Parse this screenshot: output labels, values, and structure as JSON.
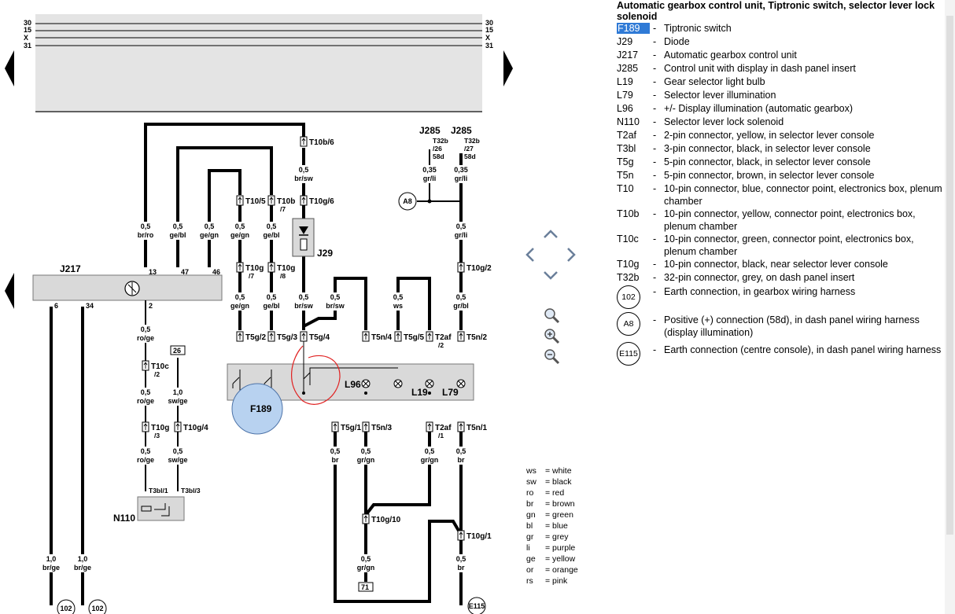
{
  "legend": {
    "title": "Automatic gearbox control unit, Tiptronic switch, selector lever lock solenoid",
    "items": [
      {
        "code": "F189",
        "desc": "Tiptronic switch"
      },
      {
        "code": "J29",
        "desc": "Diode"
      },
      {
        "code": "J217",
        "desc": "Automatic gearbox control unit"
      },
      {
        "code": "J285",
        "desc": "Control unit with display in dash panel insert"
      },
      {
        "code": "L19",
        "desc": "Gear selector light bulb"
      },
      {
        "code": "L79",
        "desc": "Selector lever illumination"
      },
      {
        "code": "L96",
        "desc": "+/- Display illumination (automatic gearbox)"
      },
      {
        "code": "N110",
        "desc": "Selector lever lock solenoid"
      },
      {
        "code": "T2af",
        "desc": "2-pin connector, yellow, in selector lever console"
      },
      {
        "code": "T3bl",
        "desc": "3-pin connector, black, in selector lever console"
      },
      {
        "code": "T5g",
        "desc": "5-pin connector, black, in selector lever console"
      },
      {
        "code": "T5n",
        "desc": "5-pin connector, brown, in selector lever console"
      },
      {
        "code": "T10",
        "desc": "10-pin connector, blue, connector point, electronics box, plenum chamber"
      },
      {
        "code": "T10b",
        "desc": "10-pin connector, yellow, connector point, electronics box, plenum chamber"
      },
      {
        "code": "T10c",
        "desc": "10-pin connector, green, connector point, electronics box, plenum chamber"
      },
      {
        "code": "T10g",
        "desc": "10-pin connector, black, near selector lever console"
      },
      {
        "code": "T32b",
        "desc": "32-pin connector, grey, on dash panel insert"
      }
    ],
    "circles": [
      {
        "code": "102",
        "desc": "Earth connection, in gearbox wiring harness"
      },
      {
        "code": "A8",
        "desc": "Positive (+) connection (58d), in dash panel wiring harness (display illumination)"
      },
      {
        "code": "E115",
        "desc": "Earth connection (centre console), in dash panel wiring harness"
      }
    ]
  },
  "color_key": [
    {
      "abbr": "ws",
      "meaning": "= white"
    },
    {
      "abbr": "sw",
      "meaning": "= black"
    },
    {
      "abbr": "ro",
      "meaning": "= red"
    },
    {
      "abbr": "br",
      "meaning": "= brown"
    },
    {
      "abbr": "gn",
      "meaning": "= green"
    },
    {
      "abbr": "bl",
      "meaning": "= blue"
    },
    {
      "abbr": "gr",
      "meaning": "= grey"
    },
    {
      "abbr": "li",
      "meaning": "= purple"
    },
    {
      "abbr": "ge",
      "meaning": "= yellow"
    },
    {
      "abbr": "or",
      "meaning": "= orange"
    },
    {
      "abbr": "rs",
      "meaning": "= pink"
    }
  ],
  "rails": [
    "30",
    "15",
    "X",
    "31"
  ],
  "components": {
    "J217": "J217",
    "J285": "J285",
    "J29": "J29",
    "F189": "F189",
    "L96": "L96",
    "L19": "L19",
    "L79": "L79",
    "N110": "N110"
  },
  "pins": {
    "j217_top": [
      "13",
      "47",
      "46"
    ],
    "j217_bottom": [
      "6",
      "34",
      "2"
    ]
  },
  "wires": [
    {
      "id": "w1",
      "size": "0,5",
      "color": "br/ro"
    },
    {
      "id": "w2",
      "size": "0,5",
      "color": "ge/bl"
    },
    {
      "id": "w3",
      "size": "0,5",
      "color": "ge/gn"
    },
    {
      "id": "w4",
      "size": "0,5",
      "color": "ge/gn"
    },
    {
      "id": "w5",
      "size": "0,5",
      "color": "ge/bl"
    },
    {
      "id": "w6",
      "size": "0,5",
      "color": "br/sw"
    },
    {
      "id": "w7",
      "size": "0,35",
      "color": "gr/li"
    },
    {
      "id": "w8",
      "size": "0,35",
      "color": "gr/li"
    },
    {
      "id": "w9",
      "size": "0,5",
      "color": "gr/li"
    },
    {
      "id": "w10",
      "size": "0,5",
      "color": "ge/gn"
    },
    {
      "id": "w11",
      "size": "0,5",
      "color": "ge/bl"
    },
    {
      "id": "w12",
      "size": "0,5",
      "color": "br/sw"
    },
    {
      "id": "w13",
      "size": "0,5",
      "color": "br/sw"
    },
    {
      "id": "w14",
      "size": "0,5",
      "color": "ws"
    },
    {
      "id": "w15",
      "size": "0,5",
      "color": "gr/bl"
    },
    {
      "id": "w16",
      "size": "0,5",
      "color": "ro/ge"
    },
    {
      "id": "w17",
      "size": "0,5",
      "color": "ro/ge"
    },
    {
      "id": "w18",
      "size": "1,0",
      "color": "sw/ge"
    },
    {
      "id": "w19",
      "size": "0,5",
      "color": "ro/ge"
    },
    {
      "id": "w20",
      "size": "0,5",
      "color": "sw/ge"
    },
    {
      "id": "w21",
      "size": "0,5",
      "color": "br"
    },
    {
      "id": "w22",
      "size": "0,5",
      "color": "gr/gn"
    },
    {
      "id": "w23",
      "size": "0,5",
      "color": "gr/gn"
    },
    {
      "id": "w24",
      "size": "0,5",
      "color": "br"
    },
    {
      "id": "w25",
      "size": "0,5",
      "color": "gr/gn"
    },
    {
      "id": "w26",
      "size": "0,5",
      "color": "br"
    },
    {
      "id": "w27",
      "size": "1,0",
      "color": "br/ge"
    },
    {
      "id": "w28",
      "size": "1,0",
      "color": "br/ge"
    }
  ],
  "connectors": {
    "T10b6": [
      "T10b/6"
    ],
    "T10g6": [
      "T10g/6"
    ],
    "T105": [
      "T10/5"
    ],
    "T10b7": [
      "T10b",
      "/7"
    ],
    "T10g7": [
      "T10g",
      "/7"
    ],
    "T10g8": [
      "T10g",
      "/8"
    ],
    "T10g2": [
      "T10g/2"
    ],
    "T32b26": [
      "T32b",
      "/26",
      "58d"
    ],
    "T32b27": [
      "T32b",
      "/27",
      "58d"
    ],
    "T5g2": [
      "T5g/2"
    ],
    "T5g3": [
      "T5g/3"
    ],
    "T5g4": [
      "T5g/4"
    ],
    "T5n4": [
      "T5n/4"
    ],
    "T5g5": [
      "T5g/5"
    ],
    "T2af2": [
      "T2af",
      "/2"
    ],
    "T5n2": [
      "T5n/2"
    ],
    "T10c2": [
      "T10c",
      "/2"
    ],
    "T10g3": [
      "T10g",
      "/3"
    ],
    "T10g4": [
      "T10g/4"
    ],
    "T3bl1": [
      "T3bl/1"
    ],
    "T3bl3": [
      "T3bl/3"
    ],
    "T5g1": [
      "T5g/1"
    ],
    "T5n3": [
      "T5n/3"
    ],
    "T2af1": [
      "T2af",
      "/1"
    ],
    "T5n1": [
      "T5n/1"
    ],
    "T10g10": [
      "T10g/10"
    ],
    "T10g1": [
      "T10g/1"
    ]
  },
  "boxes": {
    "b26": "26",
    "b71": "71"
  },
  "earths": {
    "e102a": "102",
    "e102b": "102",
    "eE115": "E115",
    "eA8": "A8"
  }
}
